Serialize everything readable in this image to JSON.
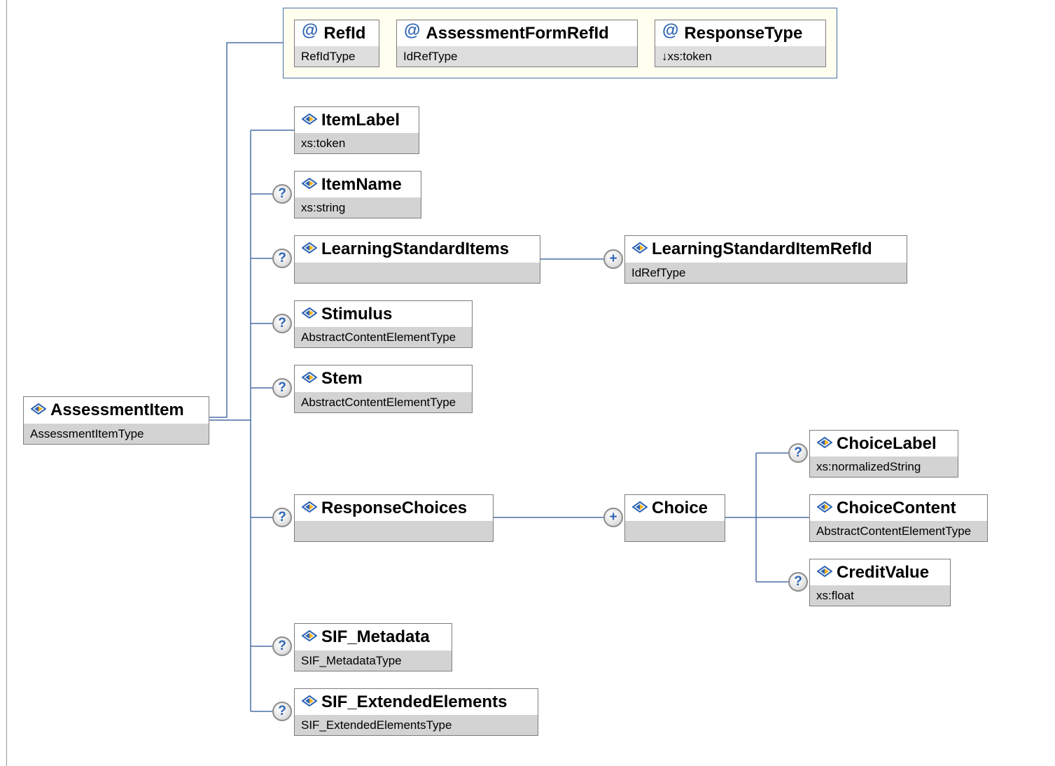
{
  "root": {
    "name": "AssessmentItem",
    "type": "AssessmentItemType"
  },
  "attributes": [
    {
      "name": "RefId",
      "type": "RefIdType"
    },
    {
      "name": "AssessmentFormRefId",
      "type": "IdRefType"
    },
    {
      "name": "ResponseType",
      "type": "↓xs:token"
    }
  ],
  "elements": {
    "item_label": {
      "name": "ItemLabel",
      "type": "xs:token"
    },
    "item_name": {
      "name": "ItemName",
      "type": "xs:string"
    },
    "learning_standard_items": {
      "name": "LearningStandardItems",
      "type": ""
    },
    "learning_standard_item_ref_id": {
      "name": "LearningStandardItemRefId",
      "type": "IdRefType"
    },
    "stimulus": {
      "name": "Stimulus",
      "type": "AbstractContentElementType"
    },
    "stem": {
      "name": "Stem",
      "type": "AbstractContentElementType"
    },
    "response_choices": {
      "name": "ResponseChoices",
      "type": ""
    },
    "choice": {
      "name": "Choice",
      "type": ""
    },
    "choice_label": {
      "name": "ChoiceLabel",
      "type": "xs:normalizedString"
    },
    "choice_content": {
      "name": "ChoiceContent",
      "type": "AbstractContentElementType"
    },
    "credit_value": {
      "name": "CreditValue",
      "type": "xs:float"
    },
    "sif_metadata": {
      "name": "SIF_Metadata",
      "type": "SIF_MetadataType"
    },
    "sif_extended_elements": {
      "name": "SIF_ExtendedElements",
      "type": "SIF_ExtendedElementsType"
    }
  },
  "badges": {
    "optional": "?",
    "repeat": "+",
    "attribute": "@"
  },
  "colors": {
    "connector": "#4a6fa5",
    "attribute_panel": "#fffff0",
    "type_bar": "#d3d3d3",
    "badge_text": "#2d64b4"
  },
  "icons": {
    "element": "element-diamond-icon",
    "attribute": "at-sign-icon",
    "optional": "question-mark-icon",
    "repeat": "plus-icon"
  }
}
